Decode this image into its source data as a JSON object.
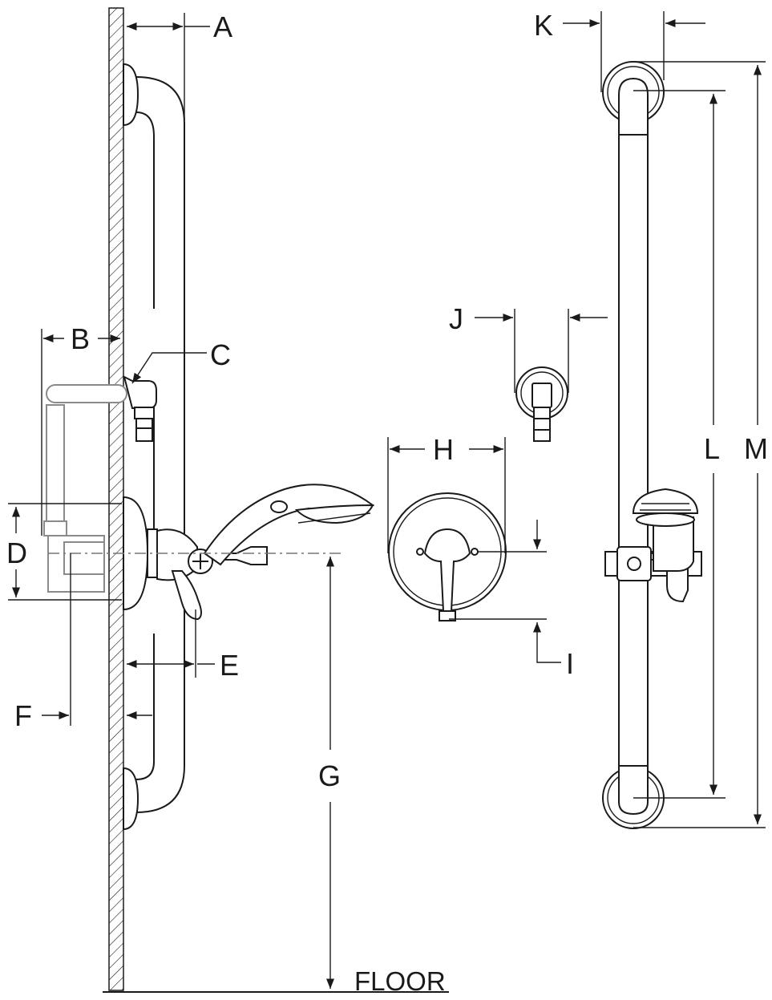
{
  "labels": {
    "A": "A",
    "B": "B",
    "C": "C",
    "D": "D",
    "E": "E",
    "F": "F",
    "G": "G",
    "H": "H",
    "I": "I",
    "J": "J",
    "K": "K",
    "L": "L",
    "M": "M",
    "floor": "FLOOR"
  },
  "colors": {
    "line": "#1a1a1a",
    "pipe": "#8a8a8a",
    "background": "#ffffff"
  }
}
